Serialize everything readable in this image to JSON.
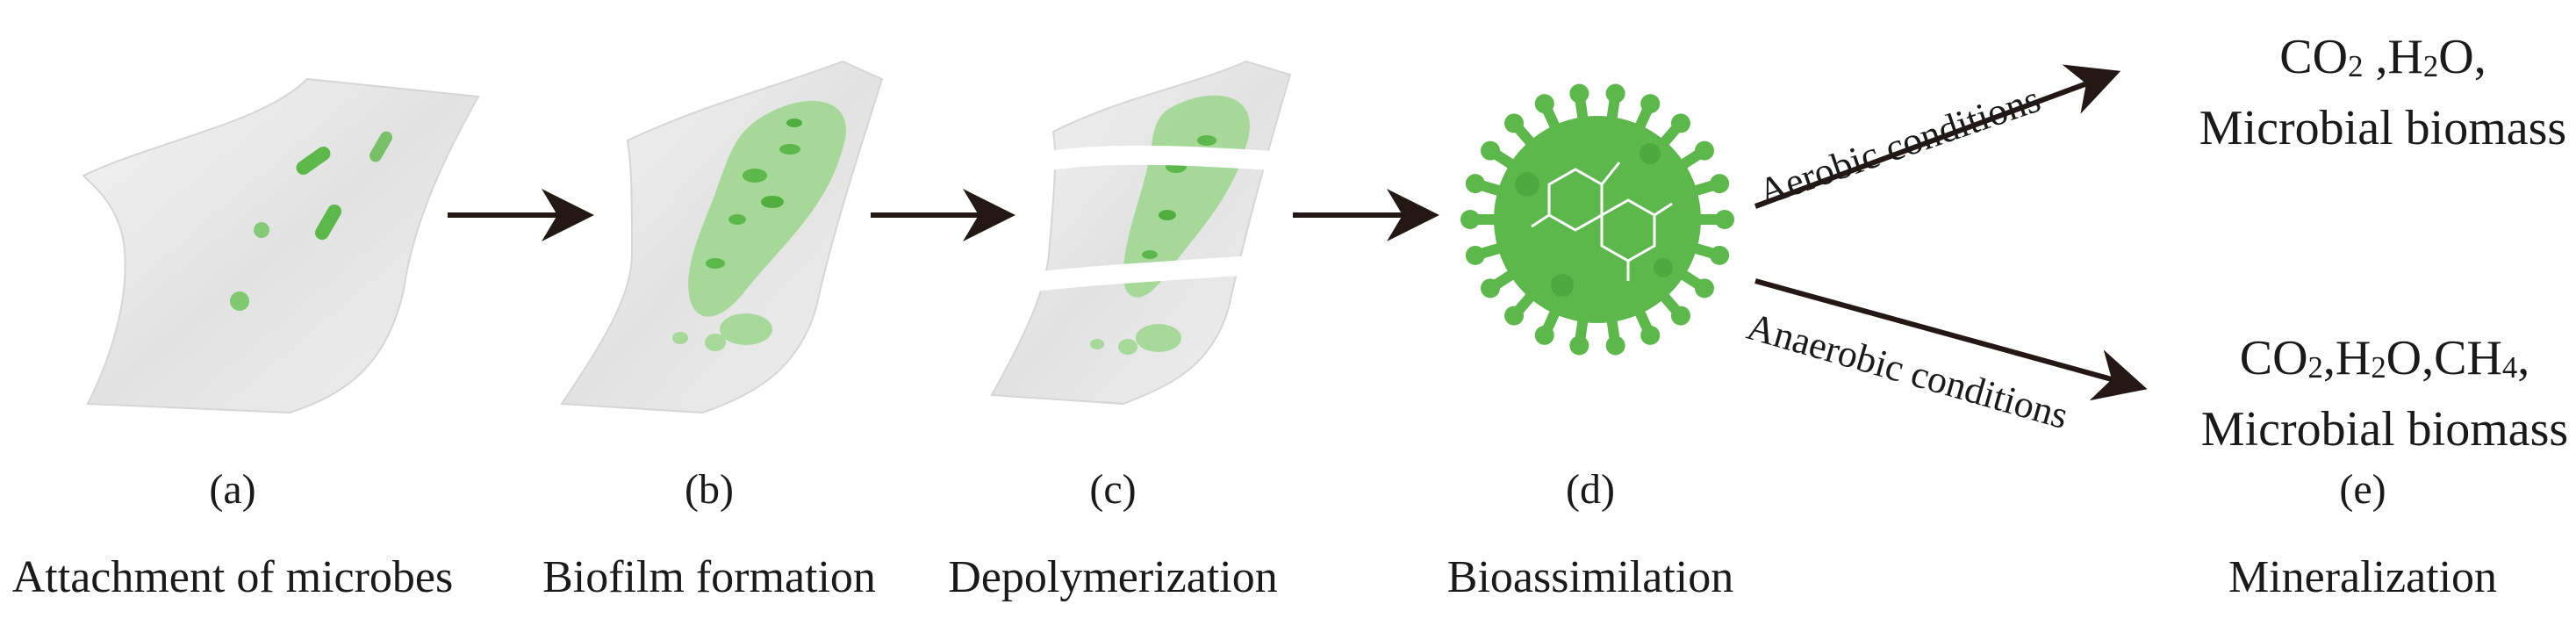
{
  "stages": [
    {
      "letter": "(a)",
      "name": "Attachment of microbes"
    },
    {
      "letter": "(b)",
      "name": "Biofilm formation"
    },
    {
      "letter": "(c)",
      "name": "Depolymerization"
    },
    {
      "letter": "(d)",
      "name": "Bioassimilation"
    },
    {
      "letter": "(e)",
      "name": "Mineralization"
    }
  ],
  "conditions": {
    "aerobic": "Aerobic conditions",
    "anaerobic": "Anaerobic conditions"
  },
  "products": {
    "aerobic": {
      "co": "CO",
      "co_sub": "2",
      "sep1": " ,H",
      "h_sub": "2",
      "o": "O,",
      "line2": "Microbial biomass"
    },
    "anaerobic": {
      "co": "CO",
      "co_sub": "2",
      "sep1": ",H",
      "h_sub": "2",
      "o_ch": "O,CH",
      "ch_sub": "4",
      "end": ",",
      "line2": "Microbial biomass"
    }
  },
  "colors": {
    "microbe_green": "#5cb84a",
    "biofilm_green": "#8ccf7e",
    "sheet_gray": "#e9e9e9",
    "arrow": "#231815"
  }
}
